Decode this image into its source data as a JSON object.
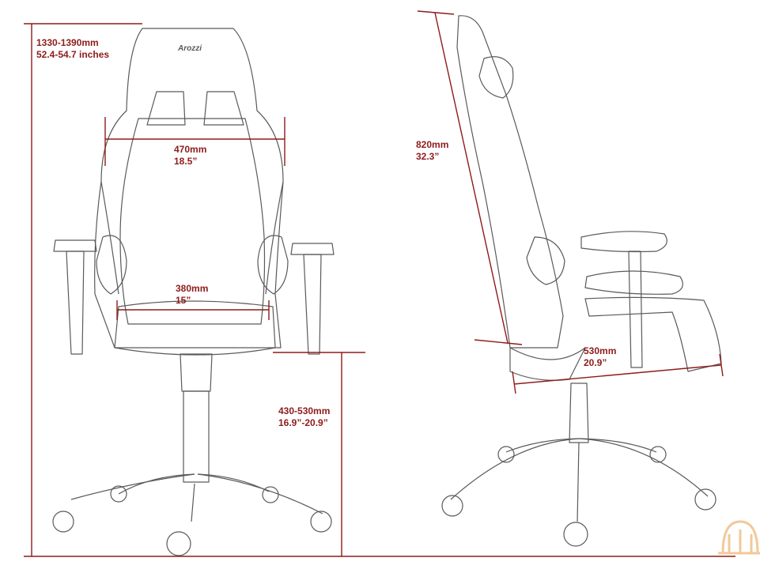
{
  "brand_logo_text": "Arozzi",
  "colors": {
    "dimension": "#8e1b1b",
    "outline": "#5a5a5a",
    "watermark": "#f2c99a"
  },
  "front_view": {
    "overall_height": {
      "mm": "1330-1390mm",
      "inch": "52.4-54.7 inches"
    },
    "backrest_width": {
      "mm": "470mm",
      "inch": "18.5”"
    },
    "seat_width": {
      "mm": "380mm",
      "inch": "15”"
    },
    "seat_height": {
      "mm": "430-530mm",
      "inch": "16.9”-20.9”"
    }
  },
  "side_view": {
    "backrest_height": {
      "mm": "820mm",
      "inch": "32.3”"
    },
    "seat_depth": {
      "mm": "530mm",
      "inch": "20.9”"
    }
  },
  "icons": {
    "watermark": "chair-logo-icon"
  }
}
